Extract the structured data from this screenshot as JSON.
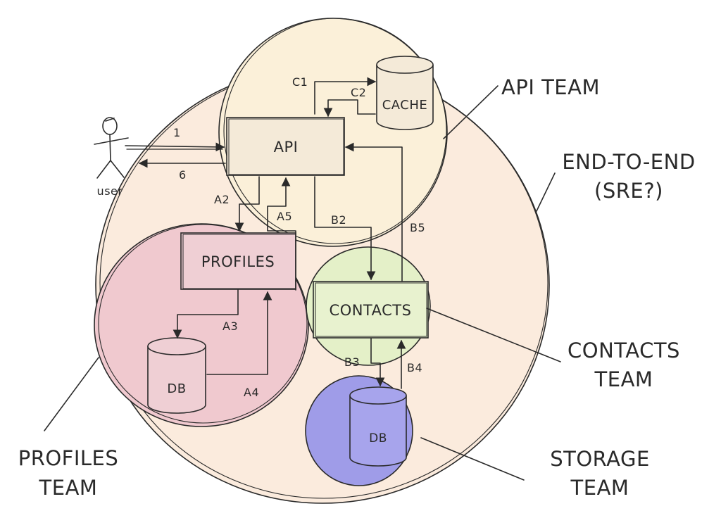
{
  "colors": {
    "end_to_end_fill": "#fbebdd",
    "api_team_fill": "#fbf0d9",
    "profiles_team_fill": "#f0c9cf",
    "contacts_team_fill": "#e4f0c8",
    "storage_team_fill": "#9f9ce8",
    "box_fill": "#f4ead8",
    "profiles_box_fill": "#efcfd4",
    "contacts_box_fill": "#e8f2cf",
    "ink": "#2a2a2a"
  },
  "nodes": {
    "api": "API",
    "cache": "CACHE",
    "profiles": "PROFILES",
    "contacts": "CONTACTS",
    "profiles_db": "DB",
    "contacts_db": "DB",
    "user": "user",
    "user_icon": "stick-figure"
  },
  "teams": {
    "api_team": "API TEAM",
    "end_to_end_line1": "END-TO-END",
    "end_to_end_line2": "(SRE?)",
    "contacts_team_line1": "CONTACTS",
    "contacts_team_line2": "TEAM",
    "profiles_team_line1": "PROFILES",
    "profiles_team_line2": "TEAM",
    "storage_team_line1": "STORAGE",
    "storage_team_line2": "TEAM"
  },
  "edges": {
    "e1": "1",
    "e6": "6",
    "c1": "C1",
    "c2": "C2",
    "a2": "A2",
    "a3": "A3",
    "a4": "A4",
    "a5": "A5",
    "b2": "B2",
    "b3": "B3",
    "b4": "B4",
    "b5": "B5"
  }
}
